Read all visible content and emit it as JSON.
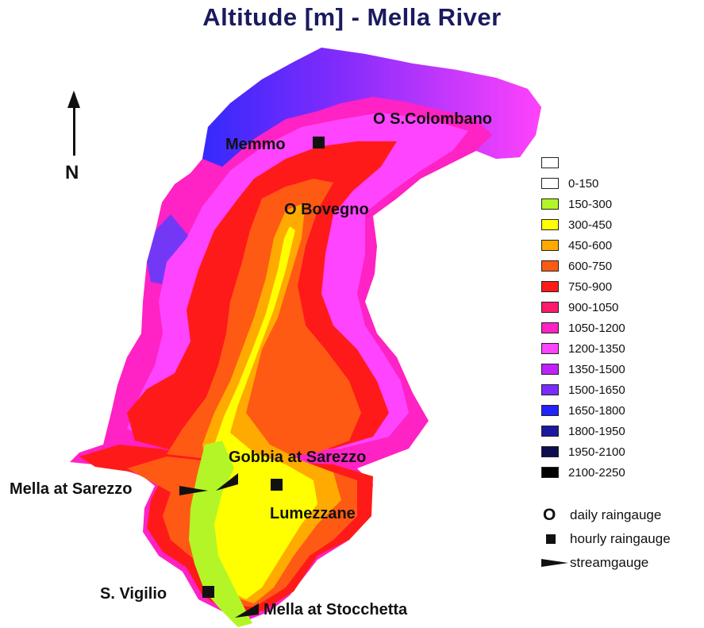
{
  "title": "Altitude [m] - Mella River",
  "north_label": "N",
  "legend": {
    "items": [
      {
        "label": "",
        "color": "#ffffff"
      },
      {
        "label": "0-150",
        "color": "#ffffff"
      },
      {
        "label": "150-300",
        "color": "#b3f526"
      },
      {
        "label": "300-450",
        "color": "#ffff00"
      },
      {
        "label": "450-600",
        "color": "#ffaa00"
      },
      {
        "label": "600-750",
        "color": "#ff5a14"
      },
      {
        "label": "750-900",
        "color": "#ff1a1a"
      },
      {
        "label": "900-1050",
        "color": "#ff1a6e"
      },
      {
        "label": "1050-1200",
        "color": "#ff22c4"
      },
      {
        "label": "1200-1350",
        "color": "#ff44ff"
      },
      {
        "label": "1350-1500",
        "color": "#c020ff"
      },
      {
        "label": "1500-1650",
        "color": "#7a2cff"
      },
      {
        "label": "1650-1800",
        "color": "#2222ff"
      },
      {
        "label": "1800-1950",
        "color": "#1a1aa0"
      },
      {
        "label": "1950-2100",
        "color": "#0d0d50"
      },
      {
        "label": "2100-2250",
        "color": "#000000"
      }
    ]
  },
  "key": {
    "daily": "daily raingauge",
    "hourly": "hourly raingauge",
    "stream": "streamgauge",
    "daily_symbol": "O"
  },
  "stations": {
    "colombano": "O S.Colombano",
    "memmo": "Memmo",
    "bovegno": "O Bovegno",
    "gobbia": "Gobbia at Sarezzo",
    "mella_sarezzo": "Mella at Sarezzo",
    "lumezzane": "Lumezzane",
    "vigilio": "S. Vigilio",
    "stocchetta": "Mella at Stocchetta"
  }
}
